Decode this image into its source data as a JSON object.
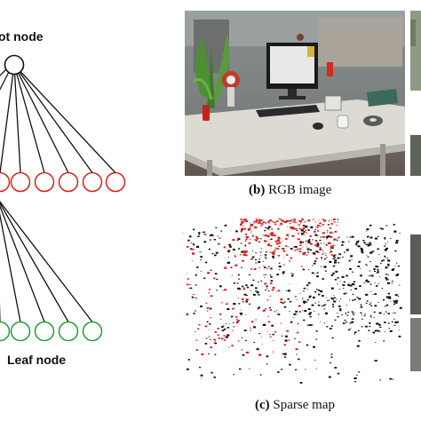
{
  "figure": {
    "tree": {
      "root_label": "ot node",
      "leaf_label": "Leaf node"
    },
    "panel_b": {
      "caption_letter": "(b)",
      "caption_text": "RGB image"
    },
    "panel_c": {
      "caption_letter": "(c)",
      "caption_text": "Sparse map"
    },
    "colors": {
      "root_stroke": "#111111",
      "mid_stroke": "#d42020",
      "leaf_stroke": "#1e9e3a",
      "edge": "#111111",
      "map_red": "#d41e1e",
      "map_black": "#111111"
    }
  }
}
